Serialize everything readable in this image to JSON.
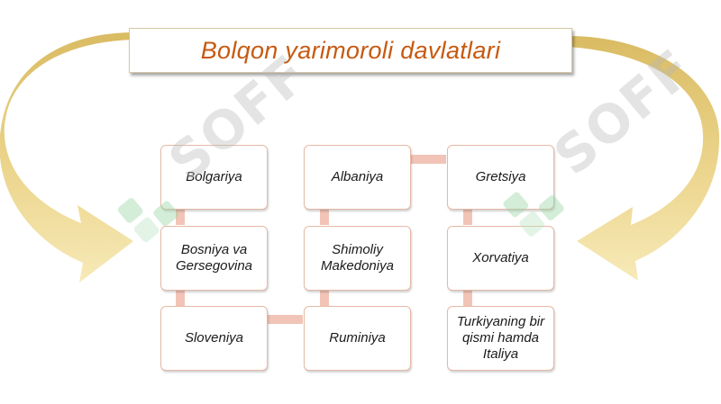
{
  "title": "Bolqon yarimoroli davlatlari",
  "countries": [
    "Bolgariya",
    "Bosniya va Gersegovina",
    "Slovеniya",
    "Albaniya",
    "Shimoliy Makedoniya",
    "Ruminiya",
    "Gretsiya",
    "Xorvatiya",
    "Turkiyaning bir qismi hamda Italiya"
  ],
  "watermark": "SOFF",
  "colors": {
    "title_text": "#c65a11",
    "arrow_light": "#f3e2a5",
    "arrow_dark": "#d9bb62",
    "connector": "#f2c4b7",
    "node_border": "#e6b9a6",
    "watermark_mark": "#8fd29a"
  }
}
